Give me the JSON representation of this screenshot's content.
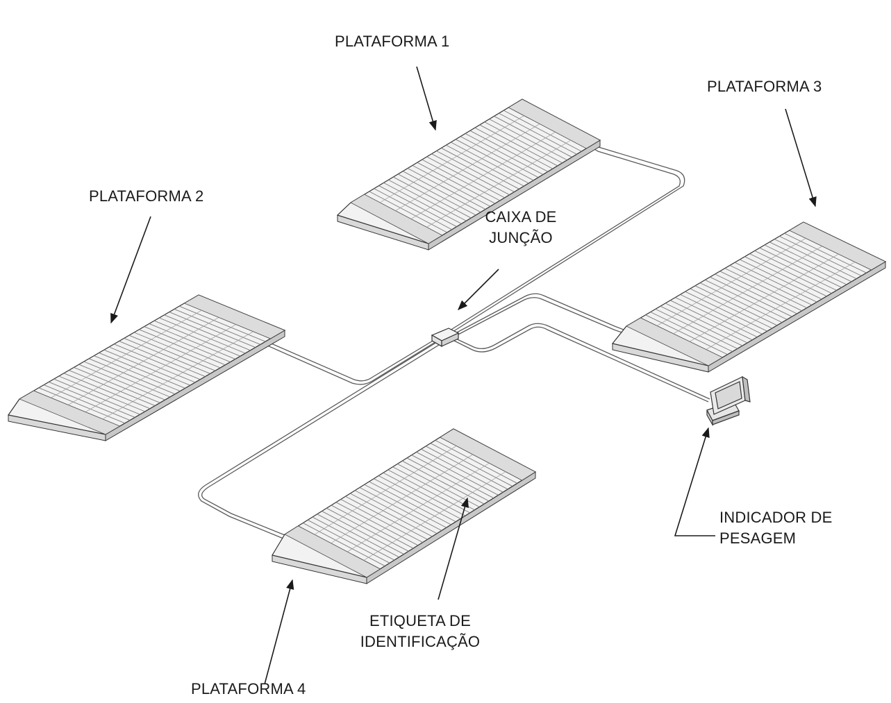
{
  "labels": {
    "plataforma1": "PLATAFORMA 1",
    "plataforma2": "PLATAFORMA 2",
    "plataforma3": "PLATAFORMA  3",
    "plataforma4": "PLATAFORMA  4",
    "caixa_line1": "CAIXA DE",
    "caixa_line2": "JUNÇÃO",
    "indicador_line1": "INDICADOR DE",
    "indicador_line2": "PESAGEM",
    "etiqueta_line1": "ETIQUETA DE",
    "etiqueta_line2": "IDENTIFICAÇÃO"
  },
  "colors": {
    "line": "#1a1a1a",
    "platform_fill": "#f2f2f2",
    "platform_stroke": "#333333",
    "cable": "#555555"
  },
  "icons": [
    "weighing-platform-icon",
    "junction-box-icon",
    "weighing-indicator-icon",
    "arrow-icon"
  ]
}
